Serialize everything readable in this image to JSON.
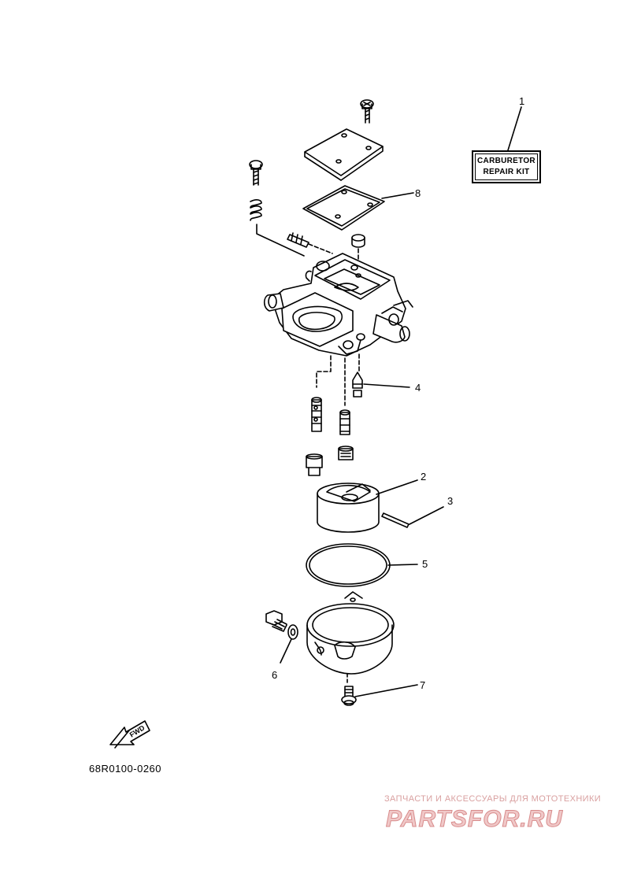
{
  "diagram": {
    "repair_kit": {
      "line1": "CARBURETOR",
      "line2": "REPAIR  KIT"
    },
    "callouts": [
      "1",
      "2",
      "3",
      "4",
      "5",
      "6",
      "7",
      "8"
    ],
    "fwd_label": "FWD",
    "drawing_code": "68R0100-0260"
  },
  "watermark": {
    "tagline": "ЗАПЧАСТИ И АКСЕССУАРЫ ДЛЯ МОТОТЕХНИКИ",
    "logo": "PARTSFOR.RU"
  },
  "colors": {
    "line": "#000000",
    "watermark": "#d88c8c"
  }
}
